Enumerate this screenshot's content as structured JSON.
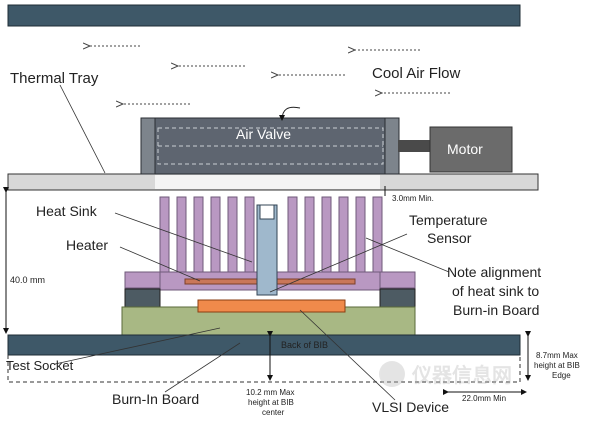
{
  "labels": {
    "thermal_tray": "Thermal Tray",
    "cool_air_flow": "Cool Air Flow",
    "air_valve": "Air Valve",
    "motor": "Motor",
    "gap_min": "3.0mm Min.",
    "heat_sink": "Heat Sink",
    "heater": "Heater",
    "temperature_sensor_1": "Temperature",
    "temperature_sensor_2": "Sensor",
    "height_40": "40.0 mm",
    "note_1": "Note alignment",
    "note_2": "of heat sink to",
    "note_3": "Burn-in Board",
    "back_of_bib": "Back of BIB",
    "test_socket": "Test Socket",
    "bib_edge_1": "8.7mm Max",
    "bib_edge_2": "height at BIB",
    "bib_edge_3": "Edge",
    "burn_in_board": "Burn-In Board",
    "center_1": "10.2 mm Max",
    "center_2": "height at BIB",
    "center_3": "center",
    "min_22": "22.0mm Min",
    "vlsi_device": "VLSI Device"
  },
  "colors": {
    "board": "#3e5868",
    "tray": "#d8d8d8",
    "valve": "#5e6570",
    "motor": "#6b6b6b",
    "heat_sink": "#b998c2",
    "socket": "#a8b884",
    "device": "#f08a4b",
    "heater": "#c9775a",
    "sensor": "#9fb8cc",
    "stud": "#4d5b63"
  }
}
